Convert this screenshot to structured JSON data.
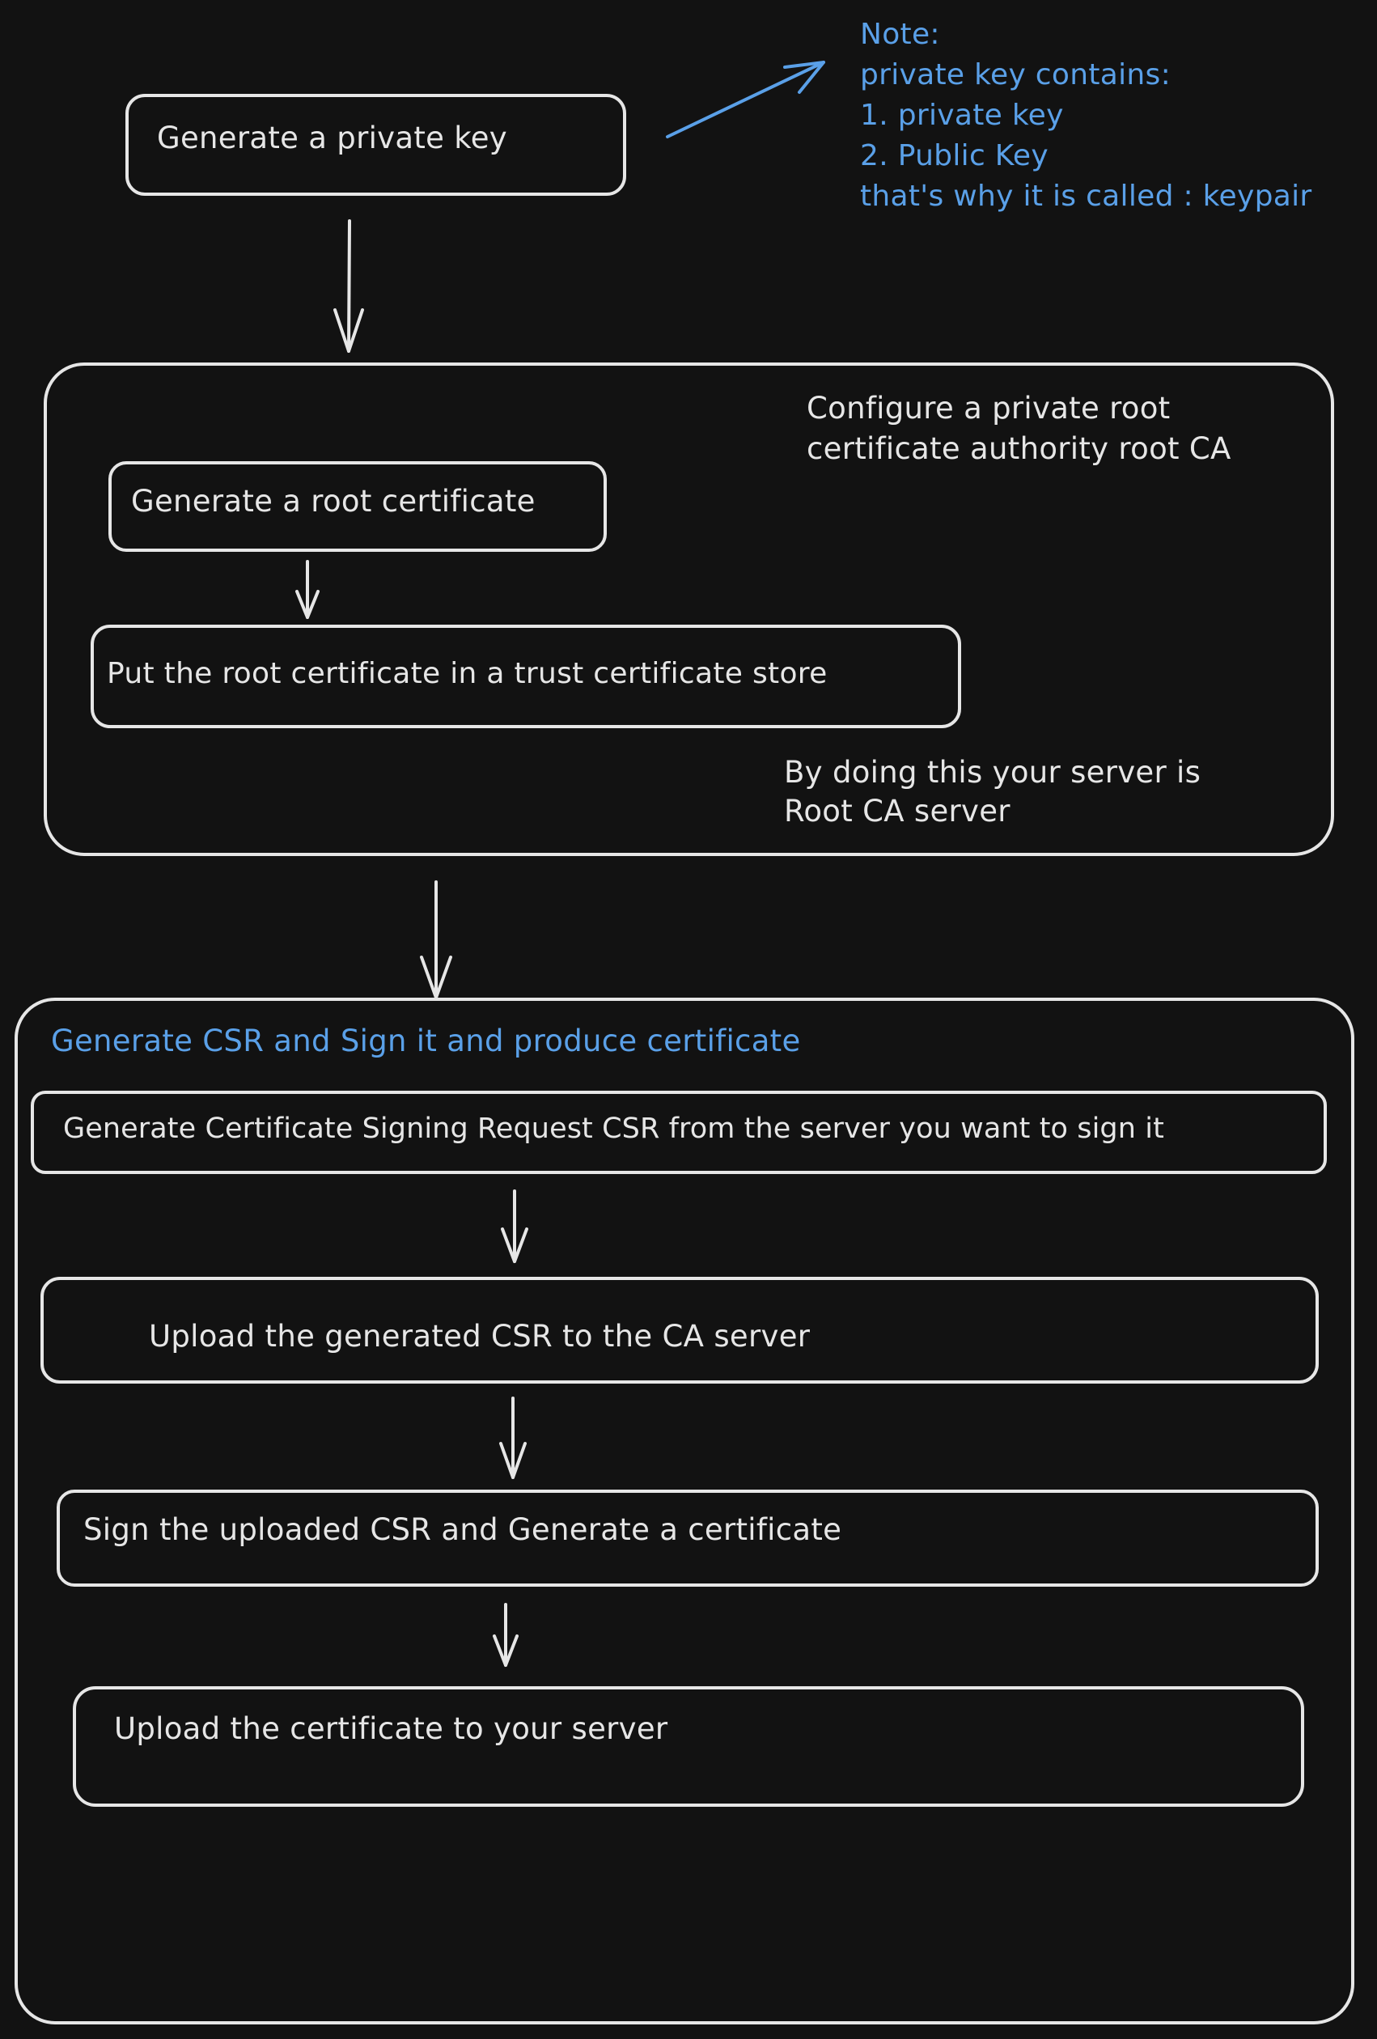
{
  "diagram": {
    "colors": {
      "background": "#121212",
      "stroke": "#e6e6e6",
      "accent": "#5aa0e8"
    },
    "step_private_key": "Generate a private key",
    "note": {
      "lines": [
        "Note:",
        "private key contains:",
        "1. private key",
        "2. Public Key",
        "that's why it is called : keypair"
      ]
    },
    "root_ca_group": {
      "caption_line1": "Configure a private root",
      "caption_line2": "certificate authority root CA",
      "step_root_cert": "Generate a root certificate",
      "step_trust_store": "Put the root certificate in a trust certificate store",
      "footer_line1": "By doing this your server is",
      "footer_line2": "Root CA server"
    },
    "csr_group": {
      "title": "Generate CSR and Sign it and produce certificate",
      "step_generate_csr": "Generate Certificate Signing Request CSR from the server you want to sign it",
      "step_upload_csr": "Upload the generated CSR to the CA server",
      "step_sign_csr": "Sign the uploaded CSR and Generate a certificate",
      "step_upload_cert": "Upload the certificate to your server"
    }
  }
}
